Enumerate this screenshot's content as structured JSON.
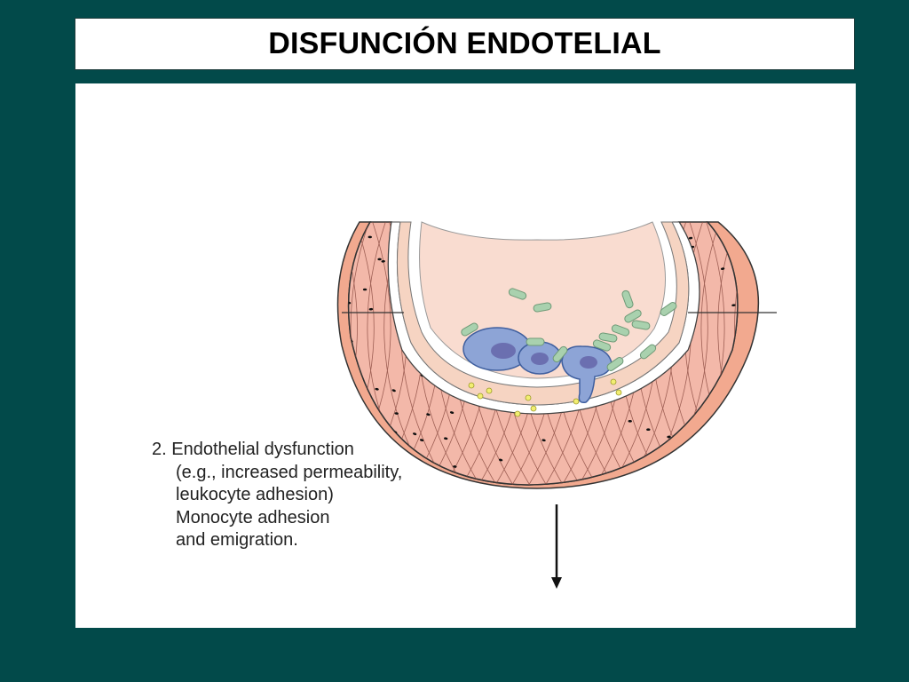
{
  "slide": {
    "title": "DISFUNCIÓN ENDOTELIAL"
  },
  "figure": {
    "caption_lines": [
      "2. Endothelial dysfunction",
      "(e.g., increased permeability,",
      "leukocyte adhesion)",
      "Monocyte adhesion",
      "and emigration."
    ],
    "colors": {
      "background": "#024a4a",
      "adventitia": "#f2a98f",
      "media": "#f3b8a9",
      "lumen": "#f9dcd0",
      "monocyte": "#8da4d6",
      "platelet": "#a9d1ae"
    },
    "icons": [
      "blood-vessel-diagram",
      "down-arrow-icon"
    ]
  }
}
